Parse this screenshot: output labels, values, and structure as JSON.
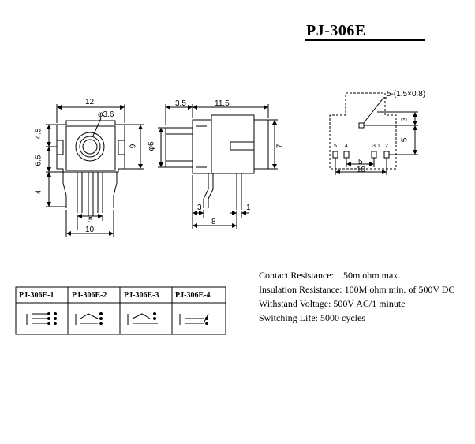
{
  "title": "PJ-306E",
  "front_view": {
    "width_dim": "12",
    "hole_dim": "φ3.6",
    "height_dims": [
      "4.5",
      "6.5",
      "4"
    ],
    "right_dim": "9",
    "bottom_dims": [
      "5",
      "10"
    ]
  },
  "side_view": {
    "top_dims": [
      "3.5",
      "11.5"
    ],
    "left_dim": "φ6",
    "right_dim": "7",
    "bottom_dims": [
      "3",
      "1",
      "8"
    ]
  },
  "footprint": {
    "hole_label": "5-(1.5×0.8)",
    "right_dims": [
      "3",
      "5"
    ],
    "pin_numbers": [
      "5",
      "4",
      "3",
      "1",
      "2"
    ],
    "bottom_dims": [
      "5",
      "10"
    ]
  },
  "specs": [
    "Contact Resistance:    50m ohm max.",
    "Insulation Resistance: 100M ohm min. of 500V DC",
    "Withstand Voltage: 500V AC/1 minute",
    "Switching Life: 5000 cycles"
  ],
  "variants": [
    "PJ-306E-1",
    "PJ-306E-2",
    "PJ-306E-3",
    "PJ-306E-4"
  ]
}
